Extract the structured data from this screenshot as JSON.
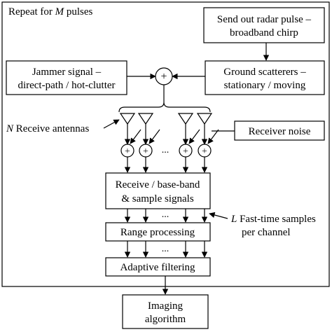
{
  "frame": {
    "label_prefix": "Repeat for ",
    "label_var": "M",
    "label_suffix": " pulses"
  },
  "blocks": {
    "radar_pulse": [
      "Send out radar pulse –",
      "broadband chirp"
    ],
    "jammer": [
      "Jammer signal –",
      "direct-path / hot-clutter"
    ],
    "ground": [
      "Ground scatterers –",
      "stationary / moving"
    ],
    "receiver_noise": "Receiver noise",
    "receive_sample": [
      "Receive / base-band",
      "& sample signals"
    ],
    "range_processing": "Range processing",
    "adaptive_filtering": "Adaptive filtering",
    "imaging": [
      "Imaging",
      "algorithm"
    ]
  },
  "antennas": {
    "var": "N",
    "label": " Receive antennas"
  },
  "fast_time": {
    "var": "L",
    "line1": " Fast-time samples",
    "line2": "per channel"
  },
  "sum_symbol": "+",
  "ellipsis": "..."
}
